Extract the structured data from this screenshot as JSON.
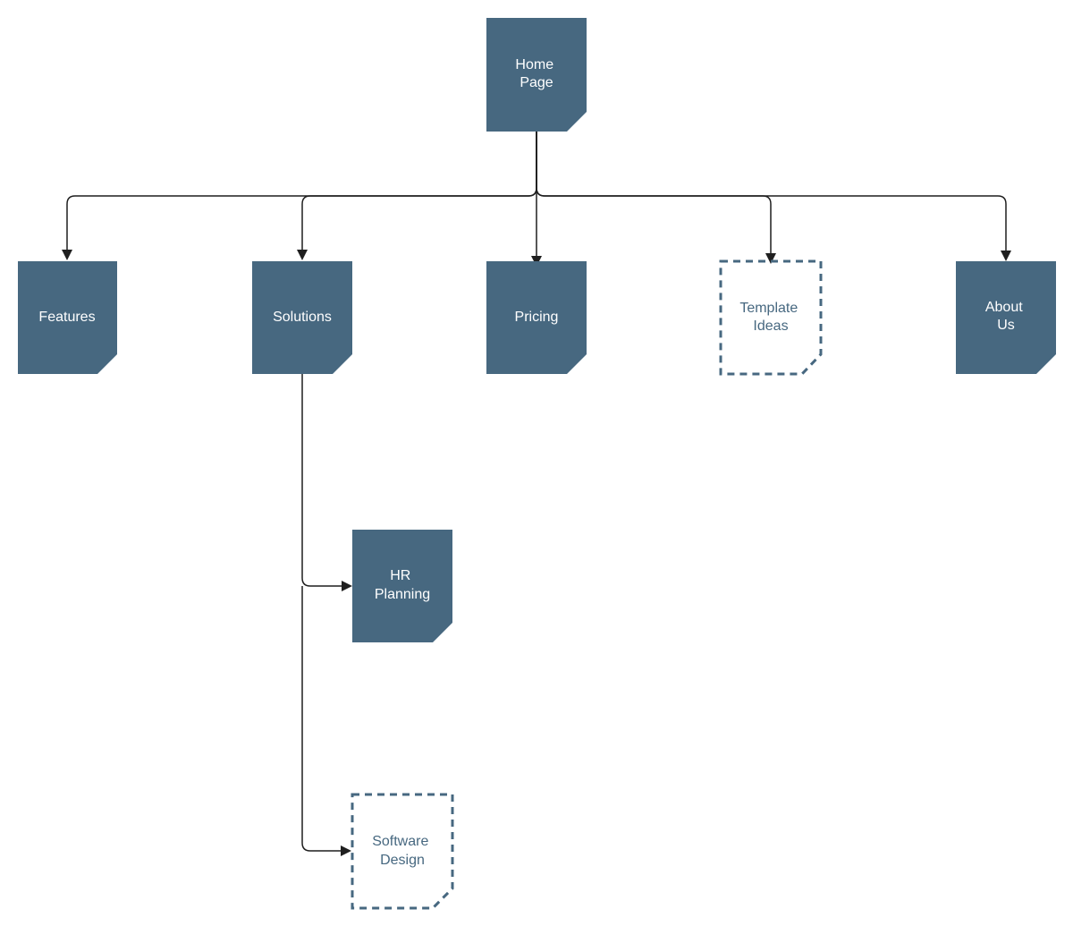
{
  "colors": {
    "node_fill": "#476880",
    "node_dashed_stroke": "#476880",
    "solid_text": "#ffffff",
    "dashed_text": "#476880",
    "connector": "#1f1f1f",
    "background": "#ffffff"
  },
  "nodes": {
    "home": {
      "lines": [
        "Home",
        "Page"
      ],
      "style": "solid"
    },
    "features": {
      "lines": [
        "Features"
      ],
      "style": "solid"
    },
    "solutions": {
      "lines": [
        "Solutions"
      ],
      "style": "solid"
    },
    "pricing": {
      "lines": [
        "Pricing"
      ],
      "style": "solid"
    },
    "template_ideas": {
      "lines": [
        "Template",
        "Ideas"
      ],
      "style": "dashed"
    },
    "about": {
      "lines": [
        "About",
        "Us"
      ],
      "style": "solid"
    },
    "hr_planning": {
      "lines": [
        "HR",
        "Planning"
      ],
      "style": "solid"
    },
    "software_design": {
      "lines": [
        "Software",
        "Design"
      ],
      "style": "dashed"
    }
  },
  "edges": [
    {
      "from": "home",
      "to": "features"
    },
    {
      "from": "home",
      "to": "solutions"
    },
    {
      "from": "home",
      "to": "pricing"
    },
    {
      "from": "home",
      "to": "template_ideas"
    },
    {
      "from": "home",
      "to": "about"
    },
    {
      "from": "solutions",
      "to": "hr_planning"
    },
    {
      "from": "solutions",
      "to": "software_design"
    }
  ]
}
